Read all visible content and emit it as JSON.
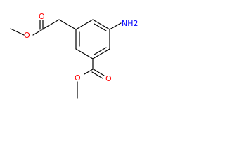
{
  "molecule": {
    "atoms": {
      "amine": "NH2",
      "ketone_oxygen_left": "O",
      "ether_oxygen_left": "O",
      "ketone_oxygen_bottom": "O",
      "ether_oxygen_bottom": "O"
    },
    "colors": {
      "bond": "#000000",
      "oxygen": "#ff0000",
      "nitrogen": "#0000ff",
      "background": "#ffffff"
    }
  }
}
